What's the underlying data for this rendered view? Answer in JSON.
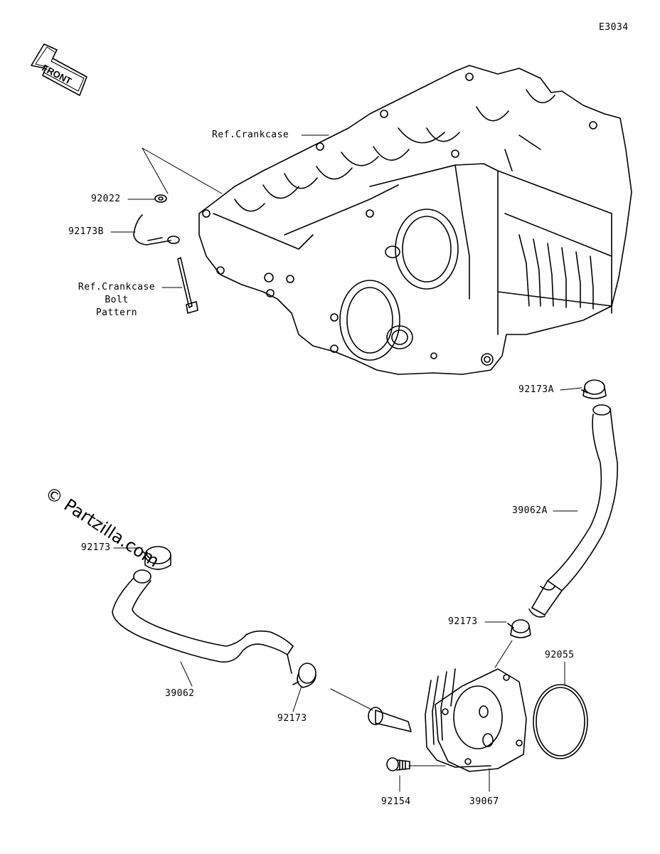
{
  "diagram": {
    "code": "E3034",
    "front_label": "FRONT",
    "watermark": "© Partzilla.com"
  },
  "labels": {
    "ref_crankcase": "Ref.Crankcase",
    "ref_bolt_1": "Ref.Crankcase",
    "ref_bolt_2": "Bolt",
    "ref_bolt_3": "Pattern",
    "p92022": "92022",
    "p92173B": "92173B",
    "p92173A": "92173A",
    "p39062A": "39062A",
    "p92173_left": "92173",
    "p92173_mid": "92173",
    "p92173_right": "92173",
    "p39062": "39062",
    "p92055": "92055",
    "p92154": "92154",
    "p39067": "39067"
  }
}
